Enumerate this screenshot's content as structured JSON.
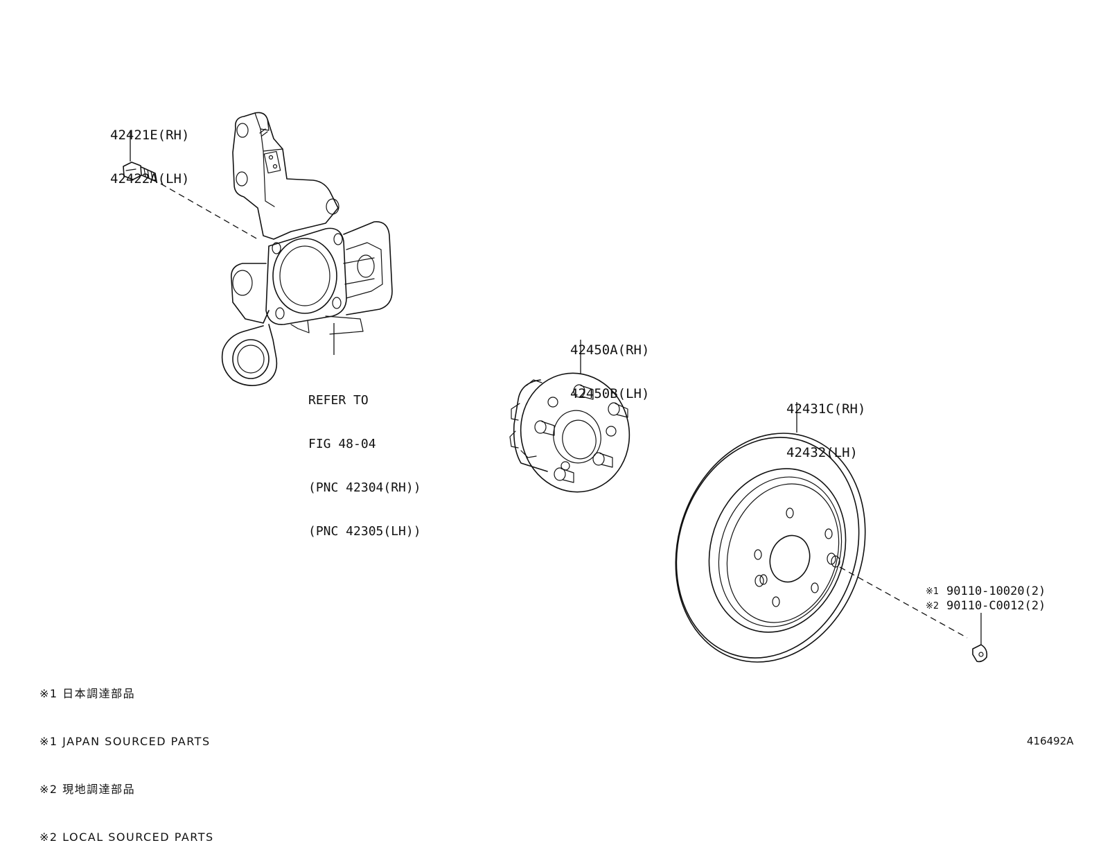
{
  "labels": {
    "bolt": [
      "42421E(RH)",
      "42422A(LH)"
    ],
    "knuckle_ref": [
      "REFER TO",
      "FIG 48-04",
      "(PNC 42304(RH))",
      "(PNC 42305(LH))"
    ],
    "hub": [
      "42450A(RH)",
      "42450B(LH)"
    ],
    "disc": [
      "42431C(RH)",
      "42432(LH)"
    ],
    "screw": [
      {
        "mark": "※1",
        "text": "90110-10020(2)"
      },
      {
        "mark": "※2",
        "text": "90110-C0012(2)"
      }
    ]
  },
  "notes": [
    "※1 日本調達部品",
    "※1 JAPAN SOURCED PARTS",
    "※2 現地調達部品",
    "※2 LOCAL SOURCED PARTS"
  ],
  "figure_ref": "416492A",
  "icons": [
    "bolt-icon",
    "steering-knuckle-icon",
    "hub-assembly-icon",
    "brake-disc-icon",
    "screw-icon"
  ]
}
